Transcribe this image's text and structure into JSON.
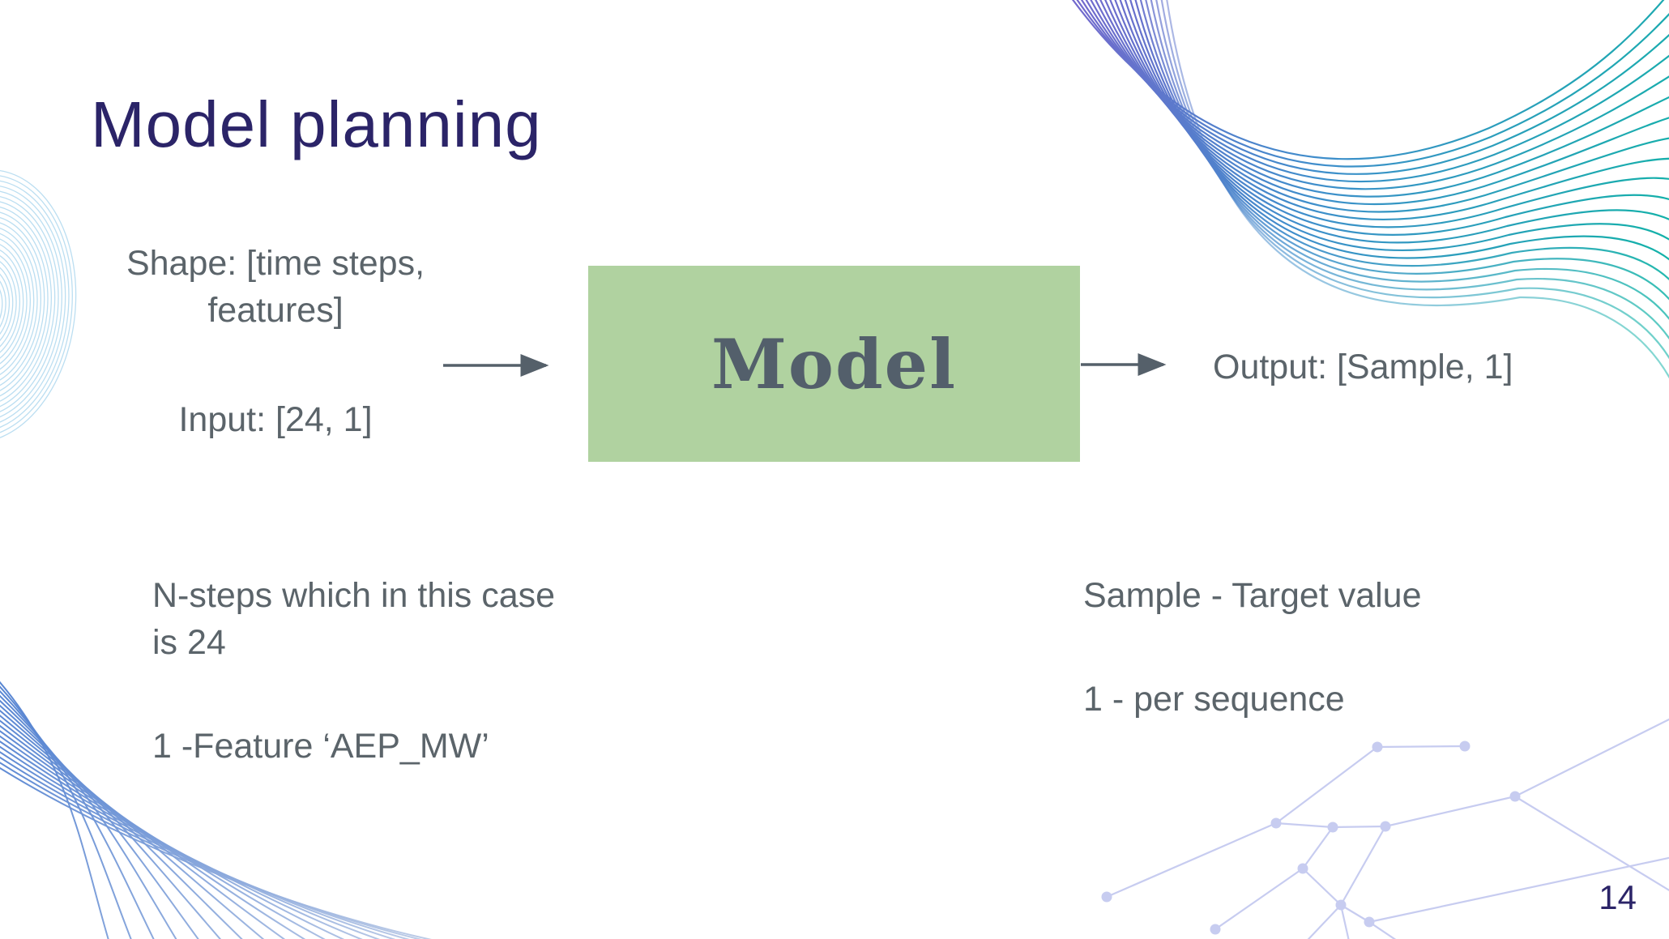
{
  "title": "Model planning",
  "page_number": "14",
  "diagram": {
    "shape_label_line1": "Shape: [time steps,",
    "shape_label_line2": "features]",
    "input_label": "Input: [24, 1]",
    "model_label": "Model",
    "output_label": "Output: [Sample, 1]"
  },
  "annotations": {
    "left_note_line1": "N-steps which in this case",
    "left_note_line2": "is 24",
    "left_note_feature": "1 -Feature ‘AEP_MW’",
    "right_note_line1": "Sample - Target value",
    "right_note_line2": "1 - per sequence"
  },
  "colors": {
    "title_text": "#2b2468",
    "body_text": "#5b646a",
    "model_box_fill": "#b0d2a0",
    "model_box_text": "#535f6b",
    "arrow": "#55606a",
    "wave_purple": "#7468cd",
    "wave_blue": "#3e8ecb",
    "wave_teal": "#12b2a8",
    "wave_left_blue": "#b4daf0",
    "wave_bottom_blue": "#4f7fd0",
    "wave_bottom_fade": "#cfd8ea",
    "constellation": "#c7ccf0"
  }
}
